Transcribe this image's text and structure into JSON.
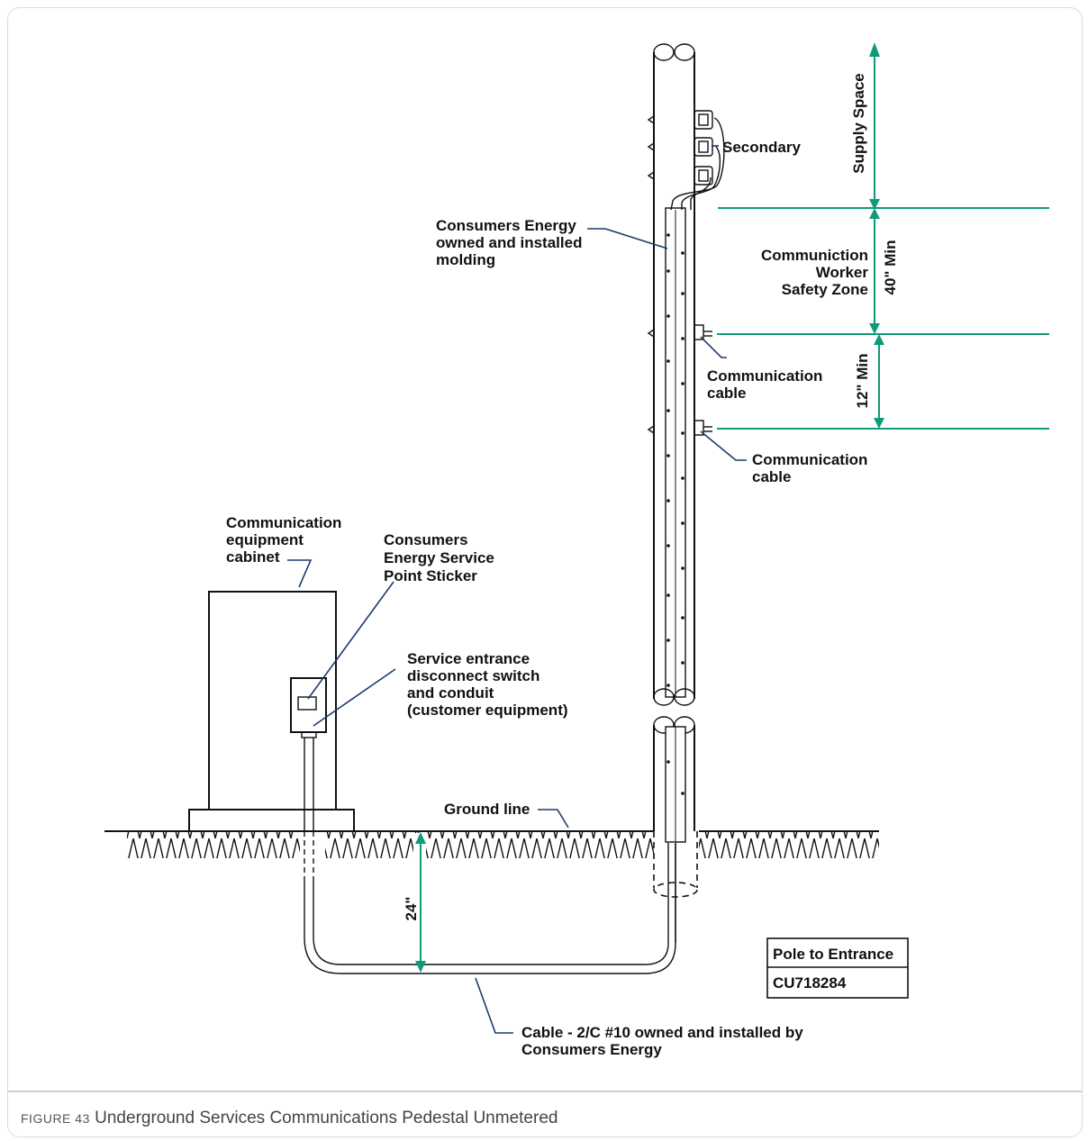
{
  "figure": {
    "number_label": "FIGURE 43",
    "title": "Underground Services Communications Pedestal Unmetered"
  },
  "labels": {
    "secondary": "Secondary",
    "supply_space": "Supply Space",
    "molding": [
      "Consumers Energy",
      "owned and installed",
      "molding"
    ],
    "safety_zone": [
      "Communiction",
      "Worker",
      "Safety Zone"
    ],
    "dim_40": "40\" Min",
    "dim_12": "12\" Min",
    "comm_cable_1": [
      "Communication",
      "cable"
    ],
    "comm_cable_2": [
      "Communication",
      "cable"
    ],
    "cabinet": [
      "Communication",
      "equipment",
      "cabinet"
    ],
    "sticker": [
      "Consumers",
      "Energy Service",
      "Point Sticker"
    ],
    "disconnect": [
      "Service entrance",
      "disconnect switch",
      "and conduit",
      "(customer equipment)"
    ],
    "ground_line": "Ground line",
    "dim_24": "24\"",
    "cable": [
      "Cable - 2/C #10 owned and installed by",
      "Consumers Energy"
    ]
  },
  "cu_table": {
    "header": "Pole to Entrance",
    "code": "CU718284"
  },
  "colors": {
    "dimension": "#0f9a7a",
    "leader": "#1d3a6b",
    "line": "#111111"
  }
}
